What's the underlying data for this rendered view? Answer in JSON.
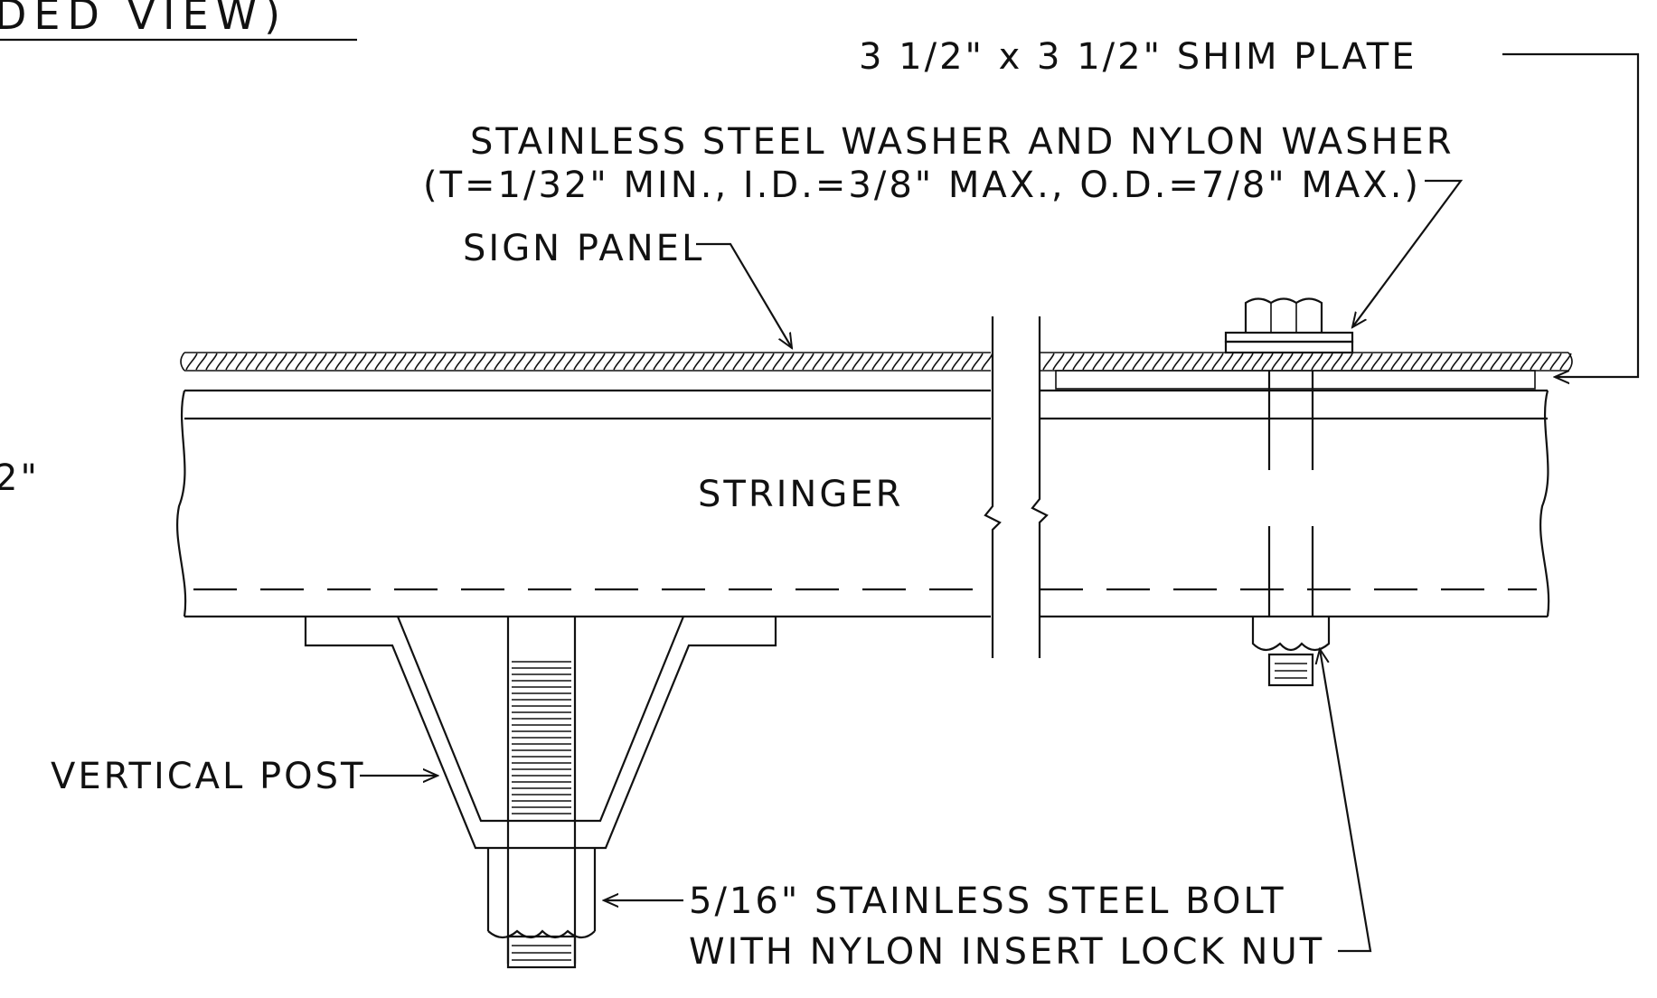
{
  "title_fragment": "DED VIEW)",
  "side_fragment": "2\"",
  "labels": {
    "shim_plate": "3 1/2\" x 3 1/2\" SHIM PLATE",
    "washer_line1": "STAINLESS STEEL WASHER AND NYLON WASHER",
    "washer_line2": "(T=1/32\" MIN., I.D.=3/8\" MAX., O.D.=7/8\" MAX.)",
    "sign_panel": "SIGN PANEL",
    "stringer": "STRINGER",
    "vertical_post": "VERTICAL POST",
    "bolt_line1": "5/16\" STAINLESS STEEL BOLT",
    "bolt_line2": "WITH NYLON INSERT LOCK NUT"
  },
  "colors": {
    "ink": "#111111",
    "paper": "#ffffff"
  }
}
